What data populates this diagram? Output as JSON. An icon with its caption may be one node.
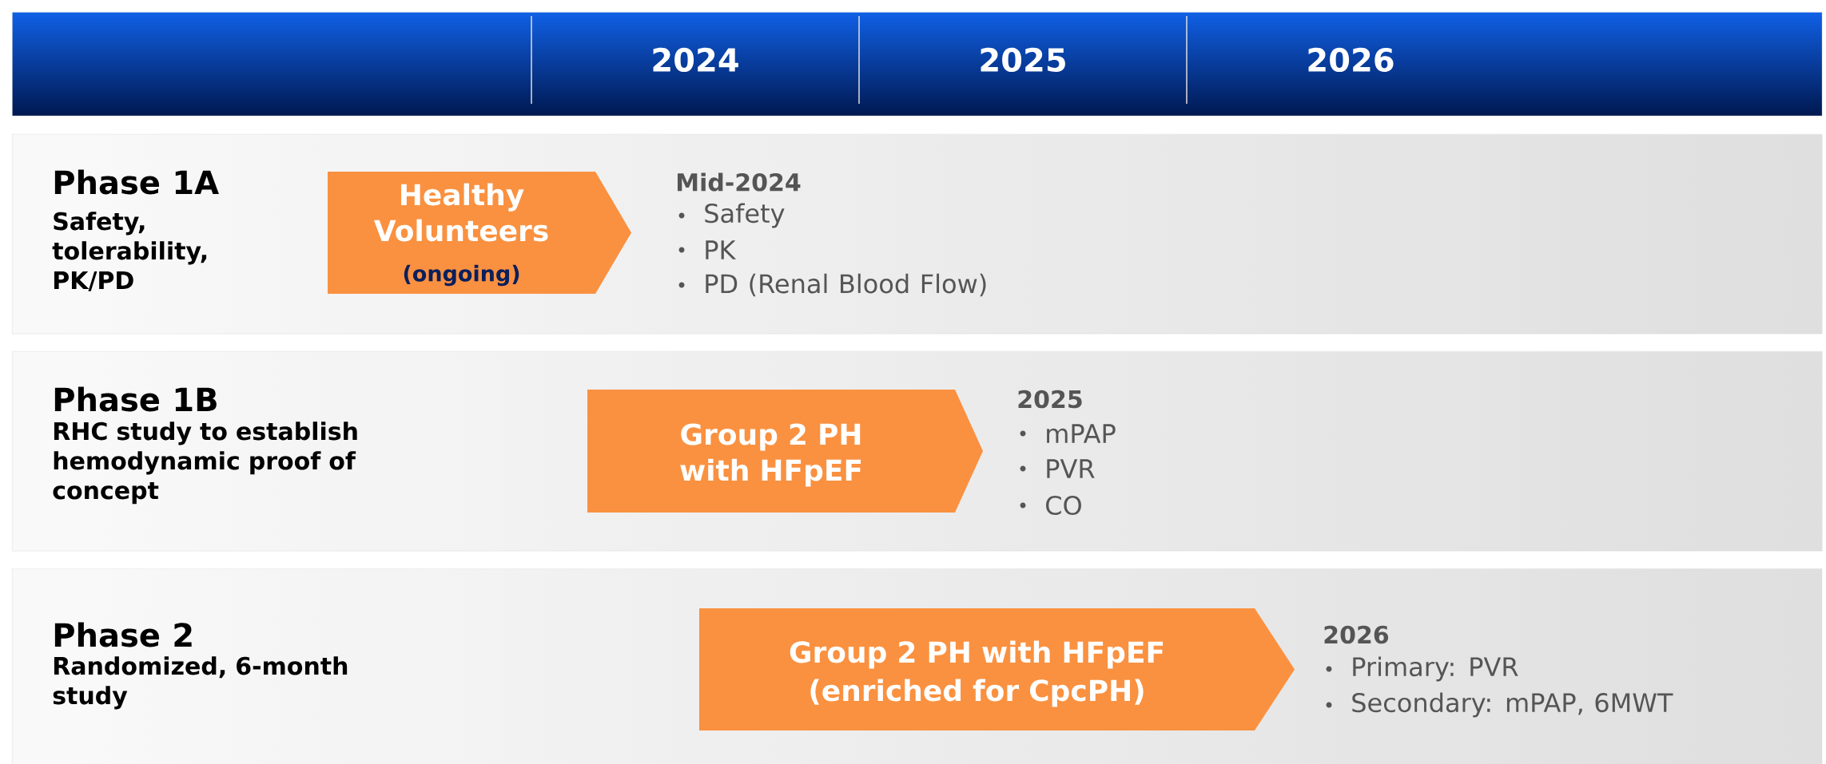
{
  "diagram": {
    "nodes": [
      {
        "text": [
          "2024",
          "2025",
          "2026"
        ]
      },
      {
        "text": [
          "Phase 1A",
          "Safety, tolerability, PK/PD"
        ]
      },
      {
        "text": [
          "Healthy Volunteers",
          "(ongoing)"
        ],
        "in": 1,
        "beside": [
          "Mid-2024",
          "Safety",
          "PK",
          "PD (Renal Blood Flow)"
        ]
      },
      {
        "text": [
          "Phase 1B",
          "RHC study to establish hemodynamic proof of concept"
        ]
      },
      {
        "text": [
          "Group 2 PH with HFpEF"
        ],
        "in": 3,
        "beside": [
          "2025",
          "mPAP",
          "PVR",
          "CO"
        ]
      },
      {
        "text": [
          "Phase 2",
          "Randomized, 6-month study"
        ]
      },
      {
        "text": [
          "Group 2 PH with HFpEF",
          "(enriched for CpcPH)"
        ],
        "in": 5,
        "beside": [
          "2026",
          "Primary: PVR",
          "Secondary: mPAP, 6MWT"
        ]
      }
    ]
  }
}
